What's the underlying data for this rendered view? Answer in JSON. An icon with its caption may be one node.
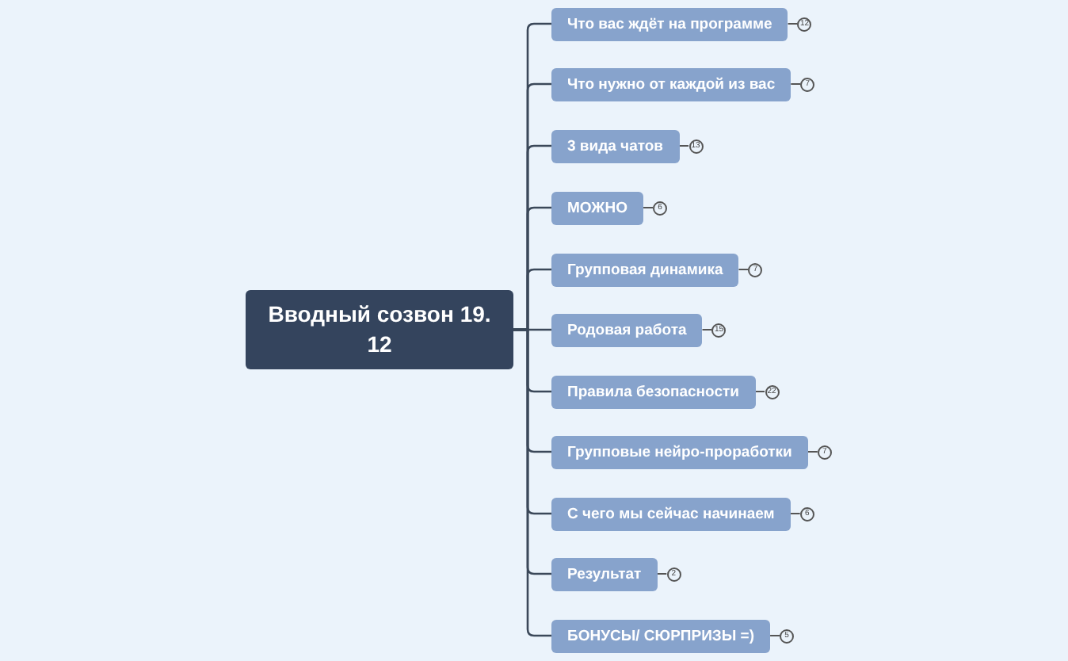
{
  "diagram": {
    "nodes": [
      {
        "text": [
          "Вводный созвон 19. 12"
        ]
      },
      {
        "text": [
          "Что вас ждёт на программе"
        ],
        "beside": [
          "12"
        ]
      },
      {
        "text": [
          "Что нужно от каждой из вас"
        ],
        "beside": [
          "7"
        ]
      },
      {
        "text": [
          "3 вида чатов"
        ],
        "beside": [
          "13"
        ]
      },
      {
        "text": [
          "МОЖНО"
        ],
        "beside": [
          "6"
        ]
      },
      {
        "text": [
          "Групповая динамика"
        ],
        "beside": [
          "7"
        ]
      },
      {
        "text": [
          "Родовая работа"
        ],
        "beside": [
          "15"
        ]
      },
      {
        "text": [
          "Правила безопасности"
        ],
        "beside": [
          "22"
        ]
      },
      {
        "text": [
          "Групповые нейро-проработки"
        ],
        "beside": [
          "7"
        ]
      },
      {
        "text": [
          "С чего мы сейчас начинаем"
        ],
        "beside": [
          "6"
        ]
      },
      {
        "text": [
          "Результат"
        ],
        "beside": [
          "2"
        ]
      },
      {
        "text": [
          "БОНУСЫ/ СЮРПРИЗЫ =)"
        ],
        "beside": [
          "5"
        ]
      }
    ],
    "edges": [
      {
        "from": 0,
        "to": 1,
        "arrow": "none"
      },
      {
        "from": 0,
        "to": 2,
        "arrow": "none"
      },
      {
        "from": 0,
        "to": 3,
        "arrow": "none"
      },
      {
        "from": 0,
        "to": 4,
        "arrow": "none"
      },
      {
        "from": 0,
        "to": 5,
        "arrow": "none"
      },
      {
        "from": 0,
        "to": 6,
        "arrow": "none"
      },
      {
        "from": 0,
        "to": 7,
        "arrow": "none"
      },
      {
        "from": 0,
        "to": 8,
        "arrow": "none"
      },
      {
        "from": 0,
        "to": 9,
        "arrow": "none"
      },
      {
        "from": 0,
        "to": 10,
        "arrow": "none"
      },
      {
        "from": 0,
        "to": 11,
        "arrow": "none"
      }
    ]
  }
}
